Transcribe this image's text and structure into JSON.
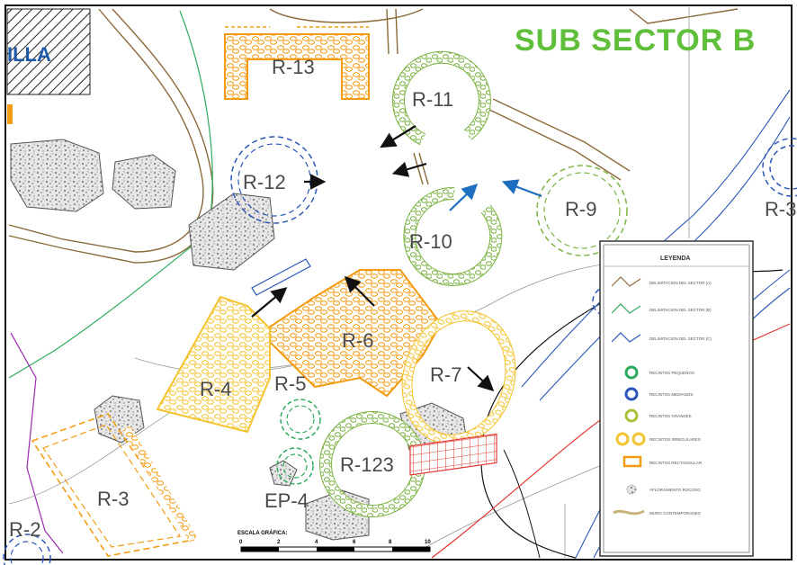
{
  "map": {
    "sector_title": "SUB SECTOR B",
    "place_fragment": "ILLA",
    "recintos": [
      {
        "id": "r13",
        "label": "R-13"
      },
      {
        "id": "r11",
        "label": "R-11"
      },
      {
        "id": "r12",
        "label": "R-12"
      },
      {
        "id": "r10",
        "label": "R-10"
      },
      {
        "id": "r9",
        "label": "R-9"
      },
      {
        "id": "r6",
        "label": "R-6"
      },
      {
        "id": "r7",
        "label": "R-7"
      },
      {
        "id": "r4",
        "label": "R-4"
      },
      {
        "id": "r5",
        "label": "R-5"
      },
      {
        "id": "r123",
        "label": "R-123"
      },
      {
        "id": "ep4",
        "label": "EP-4"
      },
      {
        "id": "r3",
        "label": "R-3"
      },
      {
        "id": "r2",
        "label": "R-2"
      },
      {
        "id": "redge",
        "label": "R-3"
      }
    ],
    "colors": {
      "green": "#7cb342",
      "orange": "#f39c12",
      "yellow": "#f4c430",
      "blue": "#2a56b8",
      "brown": "#8b6b3a",
      "red": "#e53935",
      "teal": "#2eaa5e",
      "arrow_blue": "#1f6fc0"
    }
  },
  "legend": {
    "title": "LEYENDA",
    "items": [
      {
        "label": "DELIMITACION DEL SECTOR (A)",
        "icon": "line-brown"
      },
      {
        "label": "DELIMITACION DEL SECTOR (B)",
        "icon": "line-green"
      },
      {
        "label": "DELIMITACION DEL SECTOR (C)",
        "icon": "line-blue"
      },
      {
        "label": "RECINTOS PEQUEÑOS",
        "icon": "circle-green"
      },
      {
        "label": "RECINTOS MEDIANOS",
        "icon": "circle-blue"
      },
      {
        "label": "RECINTOS GRANDES",
        "icon": "circle-yellowgreen"
      },
      {
        "label": "RECINTOS IRREGULARES",
        "icon": "circle-yellow-pair"
      },
      {
        "label": "RECINTOS RECTANGULAR",
        "icon": "rect-orange"
      },
      {
        "label": "AFLORAMIENTO ROCOSO",
        "icon": "rock-gray"
      },
      {
        "label": "MURO CONTEMPORANEO",
        "icon": "wall-tan"
      }
    ]
  },
  "scale": {
    "title": "ESCALA GRÁFICA:",
    "ticks": [
      "0",
      "2",
      "4",
      "6",
      "8",
      "10"
    ]
  }
}
